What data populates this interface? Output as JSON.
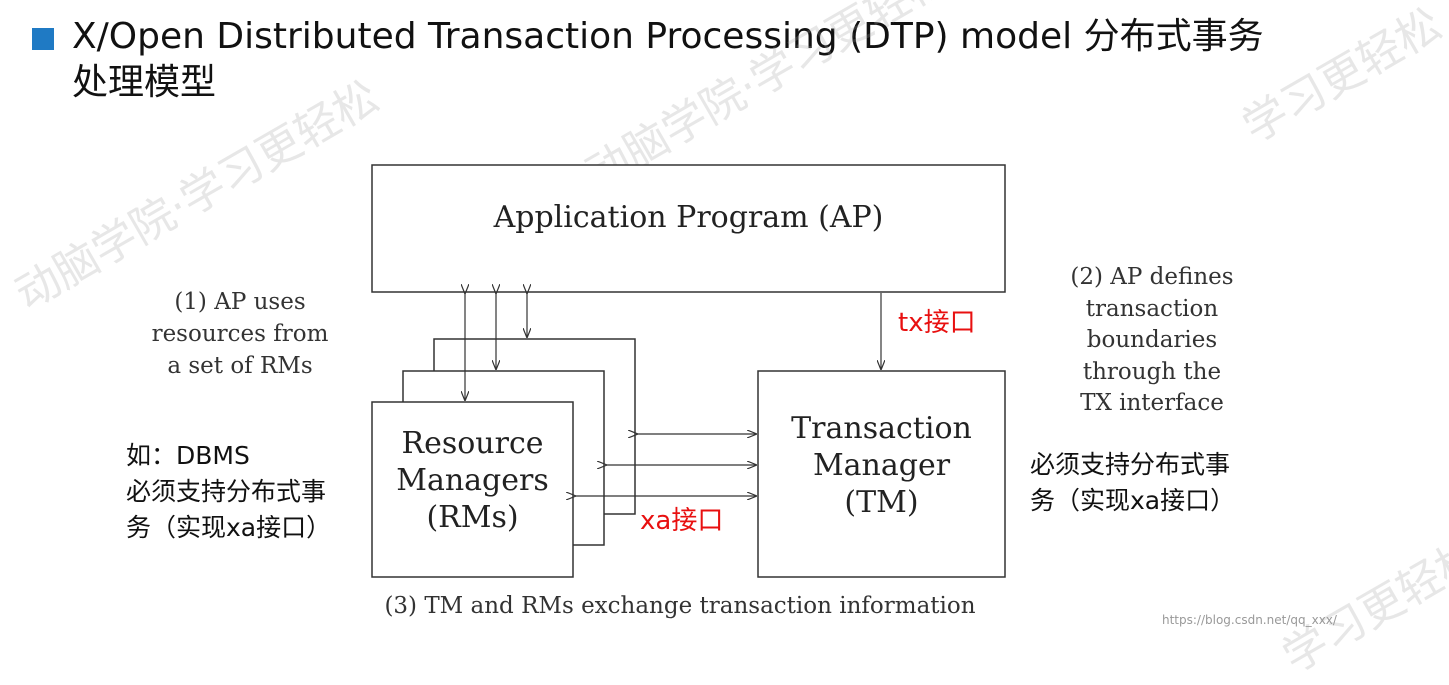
{
  "title": {
    "line1": "X/Open Distributed Transaction Processing (DTP) model 分布式事务",
    "line2": "处理模型"
  },
  "boxes": {
    "ap": "Application Program (AP)",
    "rm_line1": "Resource",
    "rm_line2": "Managers",
    "rm_line3": "(RMs)",
    "tm_line1": "Transaction",
    "tm_line2": "Manager",
    "tm_line3": "(TM)"
  },
  "annotations": {
    "note1": [
      "(1) AP uses",
      "resources from",
      "a set of RMs"
    ],
    "note2": [
      "(2) AP defines",
      "transaction",
      "boundaries",
      "through the",
      "TX interface"
    ],
    "note3": "(3) TM and RMs exchange transaction information",
    "tx_label": "tx接口",
    "xa_label": "xa接口",
    "left_note": [
      "如：DBMS",
      "必须支持分布式事",
      "务（实现xa接口）"
    ],
    "right_note": [
      "必须支持分布式事",
      "务（实现xa接口）"
    ]
  },
  "watermarks": [
    "动脑学院·学习更轻松",
    "动脑学院·学习更轻松",
    "学习更轻松",
    "学习更轻松"
  ],
  "url_text": "https://blog.csdn.net/qq_xxx/",
  "colors": {
    "bullet": "#1f7ac4",
    "red": "#e81010"
  }
}
